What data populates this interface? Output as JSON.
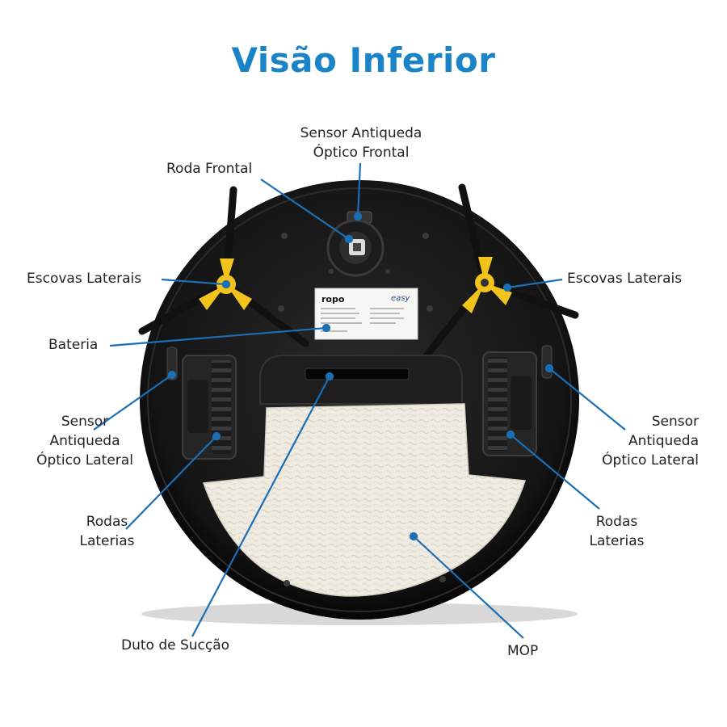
{
  "title": "Visão Inferior",
  "labels": {
    "front_cliff_sensor": [
      "Sensor Antiqueda",
      "Óptico Frontal"
    ],
    "front_wheel": "Roda Frontal",
    "side_brushes_left": "Escovas Laterais",
    "side_brushes_right": "Escovas Laterais",
    "battery": "Bateria",
    "side_cliff_sensor_left": [
      "Sensor",
      "Antiqueda",
      "Óptico Lateral"
    ],
    "side_cliff_sensor_right": [
      "Sensor",
      "Antiqueda",
      "Óptico Lateral"
    ],
    "side_wheels_left": [
      "Rodas",
      "Laterias"
    ],
    "side_wheels_right": [
      "Rodas",
      "Laterias"
    ],
    "suction_duct": "Duto de Sucção",
    "mop": "MOP"
  },
  "product_sticker": {
    "brand": "ropo",
    "sub_brand": "easy"
  },
  "colors": {
    "title": "#1a84c7",
    "leader_line": "#1a6fb5",
    "body": "#111111",
    "brush_hub": "#f2c31a",
    "mop": "#eeeadf"
  }
}
